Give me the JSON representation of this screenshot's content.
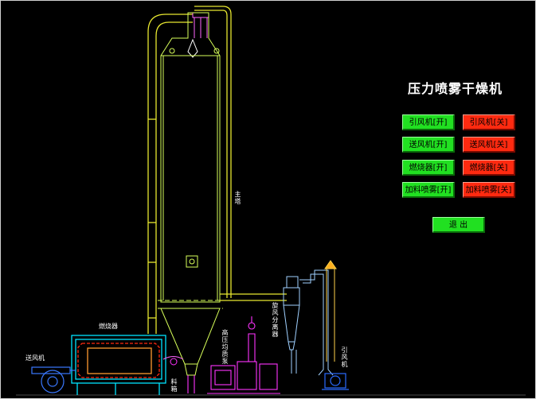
{
  "title": "压力喷雾干燥机",
  "controls": {
    "induced_fan_on": "引风机[开]",
    "induced_fan_off": "引风机[关]",
    "blower_on": "送风机[开]",
    "blower_off": "送风机[关]",
    "burner_on": "燃烧器[开]",
    "burner_off": "燃烧器[关]",
    "feed_spray_on": "加料喷雾[开]",
    "feed_spray_off": "加料喷雾[关]",
    "exit": "退 出"
  },
  "labels": {
    "main_tower": "主塔",
    "burner": "燃烧器",
    "blower": "送风机",
    "high_pressure_pump": "高压均质泵",
    "cyclone": "旋风分离器",
    "induced_fan": "引风机",
    "material_box": "料箱"
  },
  "colors": {
    "on": "#21e021",
    "off": "#ff2a10",
    "pipe": "#e8e830",
    "tower": "#d8ff5a",
    "equipment": "#00e5ff",
    "pump": "#ff33ff",
    "cyclone": "#9fd0ff"
  }
}
